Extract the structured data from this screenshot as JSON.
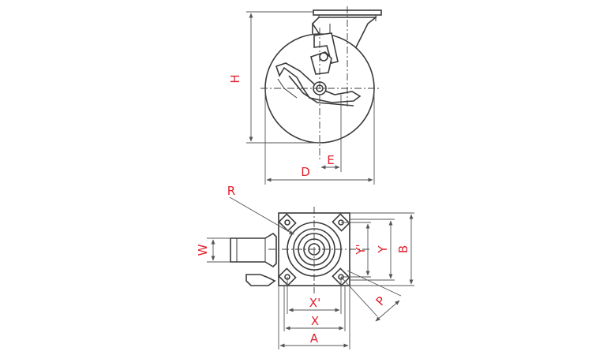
{
  "dimension_labels": {
    "H": "H",
    "E": "E",
    "D": "D",
    "R": "R",
    "W": "W",
    "Y_prime": "Y'",
    "Y": "Y",
    "B": "B",
    "X_prime": "X'",
    "X": "X",
    "A": "A",
    "P": "P"
  },
  "colors": {
    "label": "#e0202e",
    "line": "#3a3a3a",
    "dimension": "#555555"
  }
}
